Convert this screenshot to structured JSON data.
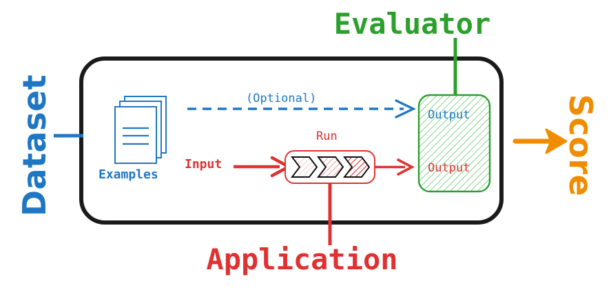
{
  "diagram": {
    "title": "Evaluation pipeline diagram",
    "outer_box": {
      "name": "experiment-container"
    },
    "labels": {
      "dataset": "Dataset",
      "score": "Score",
      "evaluator": "Evaluator",
      "application": "Application",
      "examples": "Examples",
      "optional": "(Optional)",
      "input": "Input",
      "run": "Run",
      "output_reference": "Output",
      "output_actual": "Output"
    },
    "colors": {
      "dataset_blue": "#1f77c4",
      "application_red": "#e03131",
      "evaluator_green": "#2ca02c",
      "score_orange": "#f08c00",
      "container_black": "#1a1a1a"
    },
    "nodes": [
      {
        "id": "examples",
        "label": "Examples",
        "type": "document-stack",
        "color": "#1f77c4"
      },
      {
        "id": "run",
        "label": "Run",
        "type": "chevron-pipeline",
        "color": "#e03131",
        "steps": 3
      },
      {
        "id": "output",
        "label": "Output",
        "type": "rounded-box",
        "color": "#2ca02c"
      }
    ],
    "edges": [
      {
        "id": "dataset-to-container",
        "style": "solid",
        "color": "#1f77c4",
        "arrow": false
      },
      {
        "id": "examples-to-output-optional",
        "label": "(Optional)",
        "style": "dashed",
        "color": "#1f77c4",
        "arrow": "open"
      },
      {
        "id": "input-to-run",
        "label": "Input",
        "style": "solid",
        "color": "#e03131",
        "arrow": "open"
      },
      {
        "id": "run-to-output",
        "style": "solid",
        "color": "#e03131",
        "arrow": "open"
      },
      {
        "id": "evaluator-to-output",
        "style": "solid",
        "color": "#2ca02c",
        "arrow": false
      },
      {
        "id": "application-to-run",
        "style": "solid",
        "color": "#e03131",
        "arrow": false
      },
      {
        "id": "output-to-score",
        "style": "solid",
        "color": "#f08c00",
        "arrow": "filled"
      }
    ]
  }
}
